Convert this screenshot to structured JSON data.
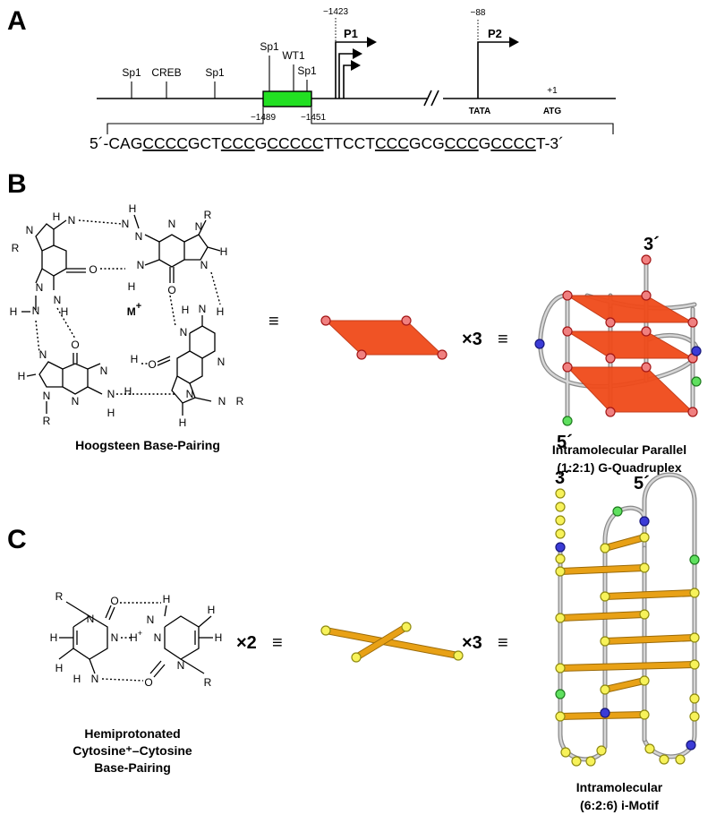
{
  "panels": {
    "a": "A",
    "b": "B",
    "c": "C"
  },
  "panel_a": {
    "sites": {
      "sp1_1": "Sp1",
      "creb": "CREB",
      "sp1_2": "Sp1",
      "sp1_3": "Sp1",
      "wt1": "WT1",
      "sp1_4": "Sp1"
    },
    "positions": {
      "m1423": "−1423",
      "m88": "−88",
      "m1489": "−1489",
      "m1451": "−1451",
      "p1": "+1"
    },
    "promoters": {
      "p1": "P1",
      "p2": "P2"
    },
    "elements": {
      "tata": "TATA",
      "atg": "ATG"
    },
    "sequence": {
      "prefix": "5´-CAG",
      "u1": "CCCC",
      "t1": "GCT",
      "u2": "CCC",
      "t2": "G",
      "u3": "CCCCC",
      "t3": "TTCCT",
      "u4": "CCC",
      "t4": "GCG",
      "u5": "CCC",
      "t5": "G",
      "u6": "CCCC",
      "suffix": "T-3´"
    },
    "colors": {
      "element_box": "#22e022"
    }
  },
  "panel_b": {
    "atoms": {
      "H": "H",
      "N": "N",
      "O": "O",
      "R": "R"
    },
    "cation": "M",
    "cation_charge": "+",
    "equiv": "≡",
    "times3": "×3",
    "ends": {
      "three": "3´",
      "five": "5´"
    },
    "caption_left": "Hoogsteen Base-Pairing",
    "caption_right_1": "Intramolecular Parallel",
    "caption_right_2": "(1:2:1) G-Quadruplex",
    "colors": {
      "tetrad": "#f04a1a",
      "bead": "#f08080"
    }
  },
  "panel_c": {
    "times2": "×2",
    "times3": "×3",
    "equiv": "≡",
    "hplus": "H",
    "plus": "+",
    "caption_left_1": "Hemiprotonated",
    "caption_left_2": "Cytosine⁺–Cytosine",
    "caption_left_3": "Base-Pairing",
    "caption_right_1": "Intramolecular",
    "caption_right_2": "(6:2:6) i-Motif",
    "ends": {
      "three": "3´",
      "five": "5´"
    },
    "colors": {
      "pair": "#e8a116",
      "bead": "#f7f25a"
    }
  }
}
